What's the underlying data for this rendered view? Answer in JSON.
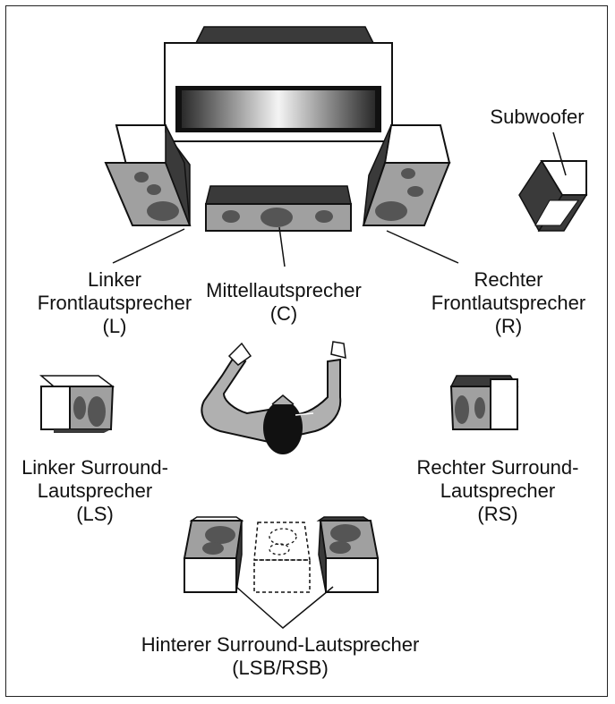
{
  "labels": {
    "subwoofer": "Subwoofer",
    "front_left": {
      "line1": "Linker",
      "line2": "Frontlautsprecher",
      "code": "(L)"
    },
    "center": {
      "line1": "Mittellautsprecher",
      "code": "(C)"
    },
    "front_right": {
      "line1": "Rechter",
      "line2": "Frontlautsprecher",
      "code": "(R)"
    },
    "surround_left": {
      "line1": "Linker Surround-",
      "line2": "Lautsprecher",
      "code": "(LS)"
    },
    "surround_right": {
      "line1": "Rechter Surround-",
      "line2": "Lautsprecher",
      "code": "(RS)"
    },
    "surround_back": {
      "line1": "Hinterer Surround-Lautsprecher",
      "code": "(LSB/RSB)"
    }
  },
  "colors": {
    "outline": "#111111",
    "dark_face": "#3a3a3a",
    "cone": "#555555",
    "panel_gray": "#a0a0a0",
    "body_gray": "#b0b0b0",
    "head": "#111111"
  }
}
